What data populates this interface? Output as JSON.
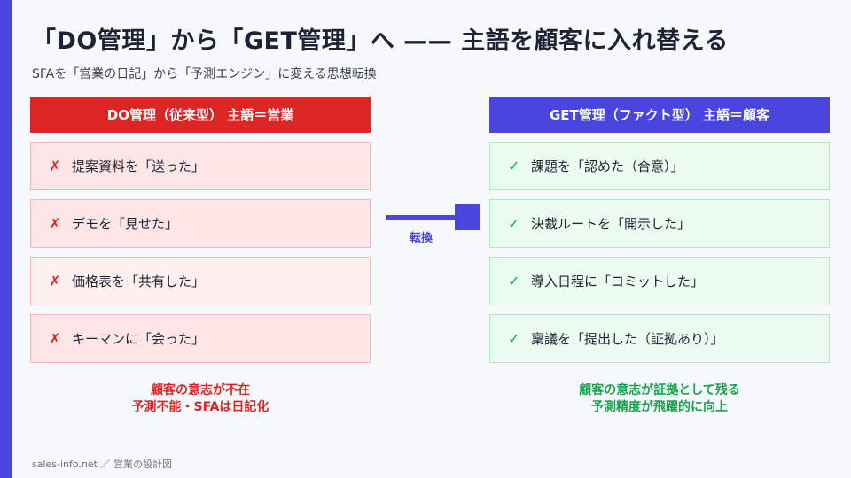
{
  "header": {
    "title": "「DO管理」から「GET管理」へ —— 主語を顧客に入れ替える",
    "subtitle": "SFAを「営業の日記」から「予測エンジン」に変える思想転換"
  },
  "left": {
    "heading": "DO管理（従来型） 主語＝営業",
    "mark": "✗",
    "items": [
      {
        "text": "提案資料を「送った」"
      },
      {
        "text": "デモを「見せた」"
      },
      {
        "text": "価格表を「共有した」"
      },
      {
        "text": "キーマンに「会った」"
      }
    ],
    "summary": [
      "顧客の意志が不在",
      "予測不能・SFAは日記化"
    ]
  },
  "right": {
    "heading": "GET管理（ファクト型） 主語＝顧客",
    "mark": "✓",
    "items": [
      {
        "text": "課題を「認めた（合意）」"
      },
      {
        "text": "決裁ルートを「開示した」"
      },
      {
        "text": "導入日程に「コミットした」"
      },
      {
        "text": "稟議を「提出した（証拠あり）」"
      }
    ],
    "summary": [
      "顧客の意志が証拠として残る",
      "予測精度が飛躍的に向上"
    ]
  },
  "connector": {
    "label": "転換"
  },
  "footer": {
    "text": "sales-info.net ／ 営業の設計図"
  },
  "colors": {
    "accent": "#4b45e0",
    "do_red": "#dc2626",
    "get_green": "#16a34a"
  },
  "icons": {
    "left_mark": "cross-mark-icon",
    "right_mark": "check-mark-icon"
  }
}
